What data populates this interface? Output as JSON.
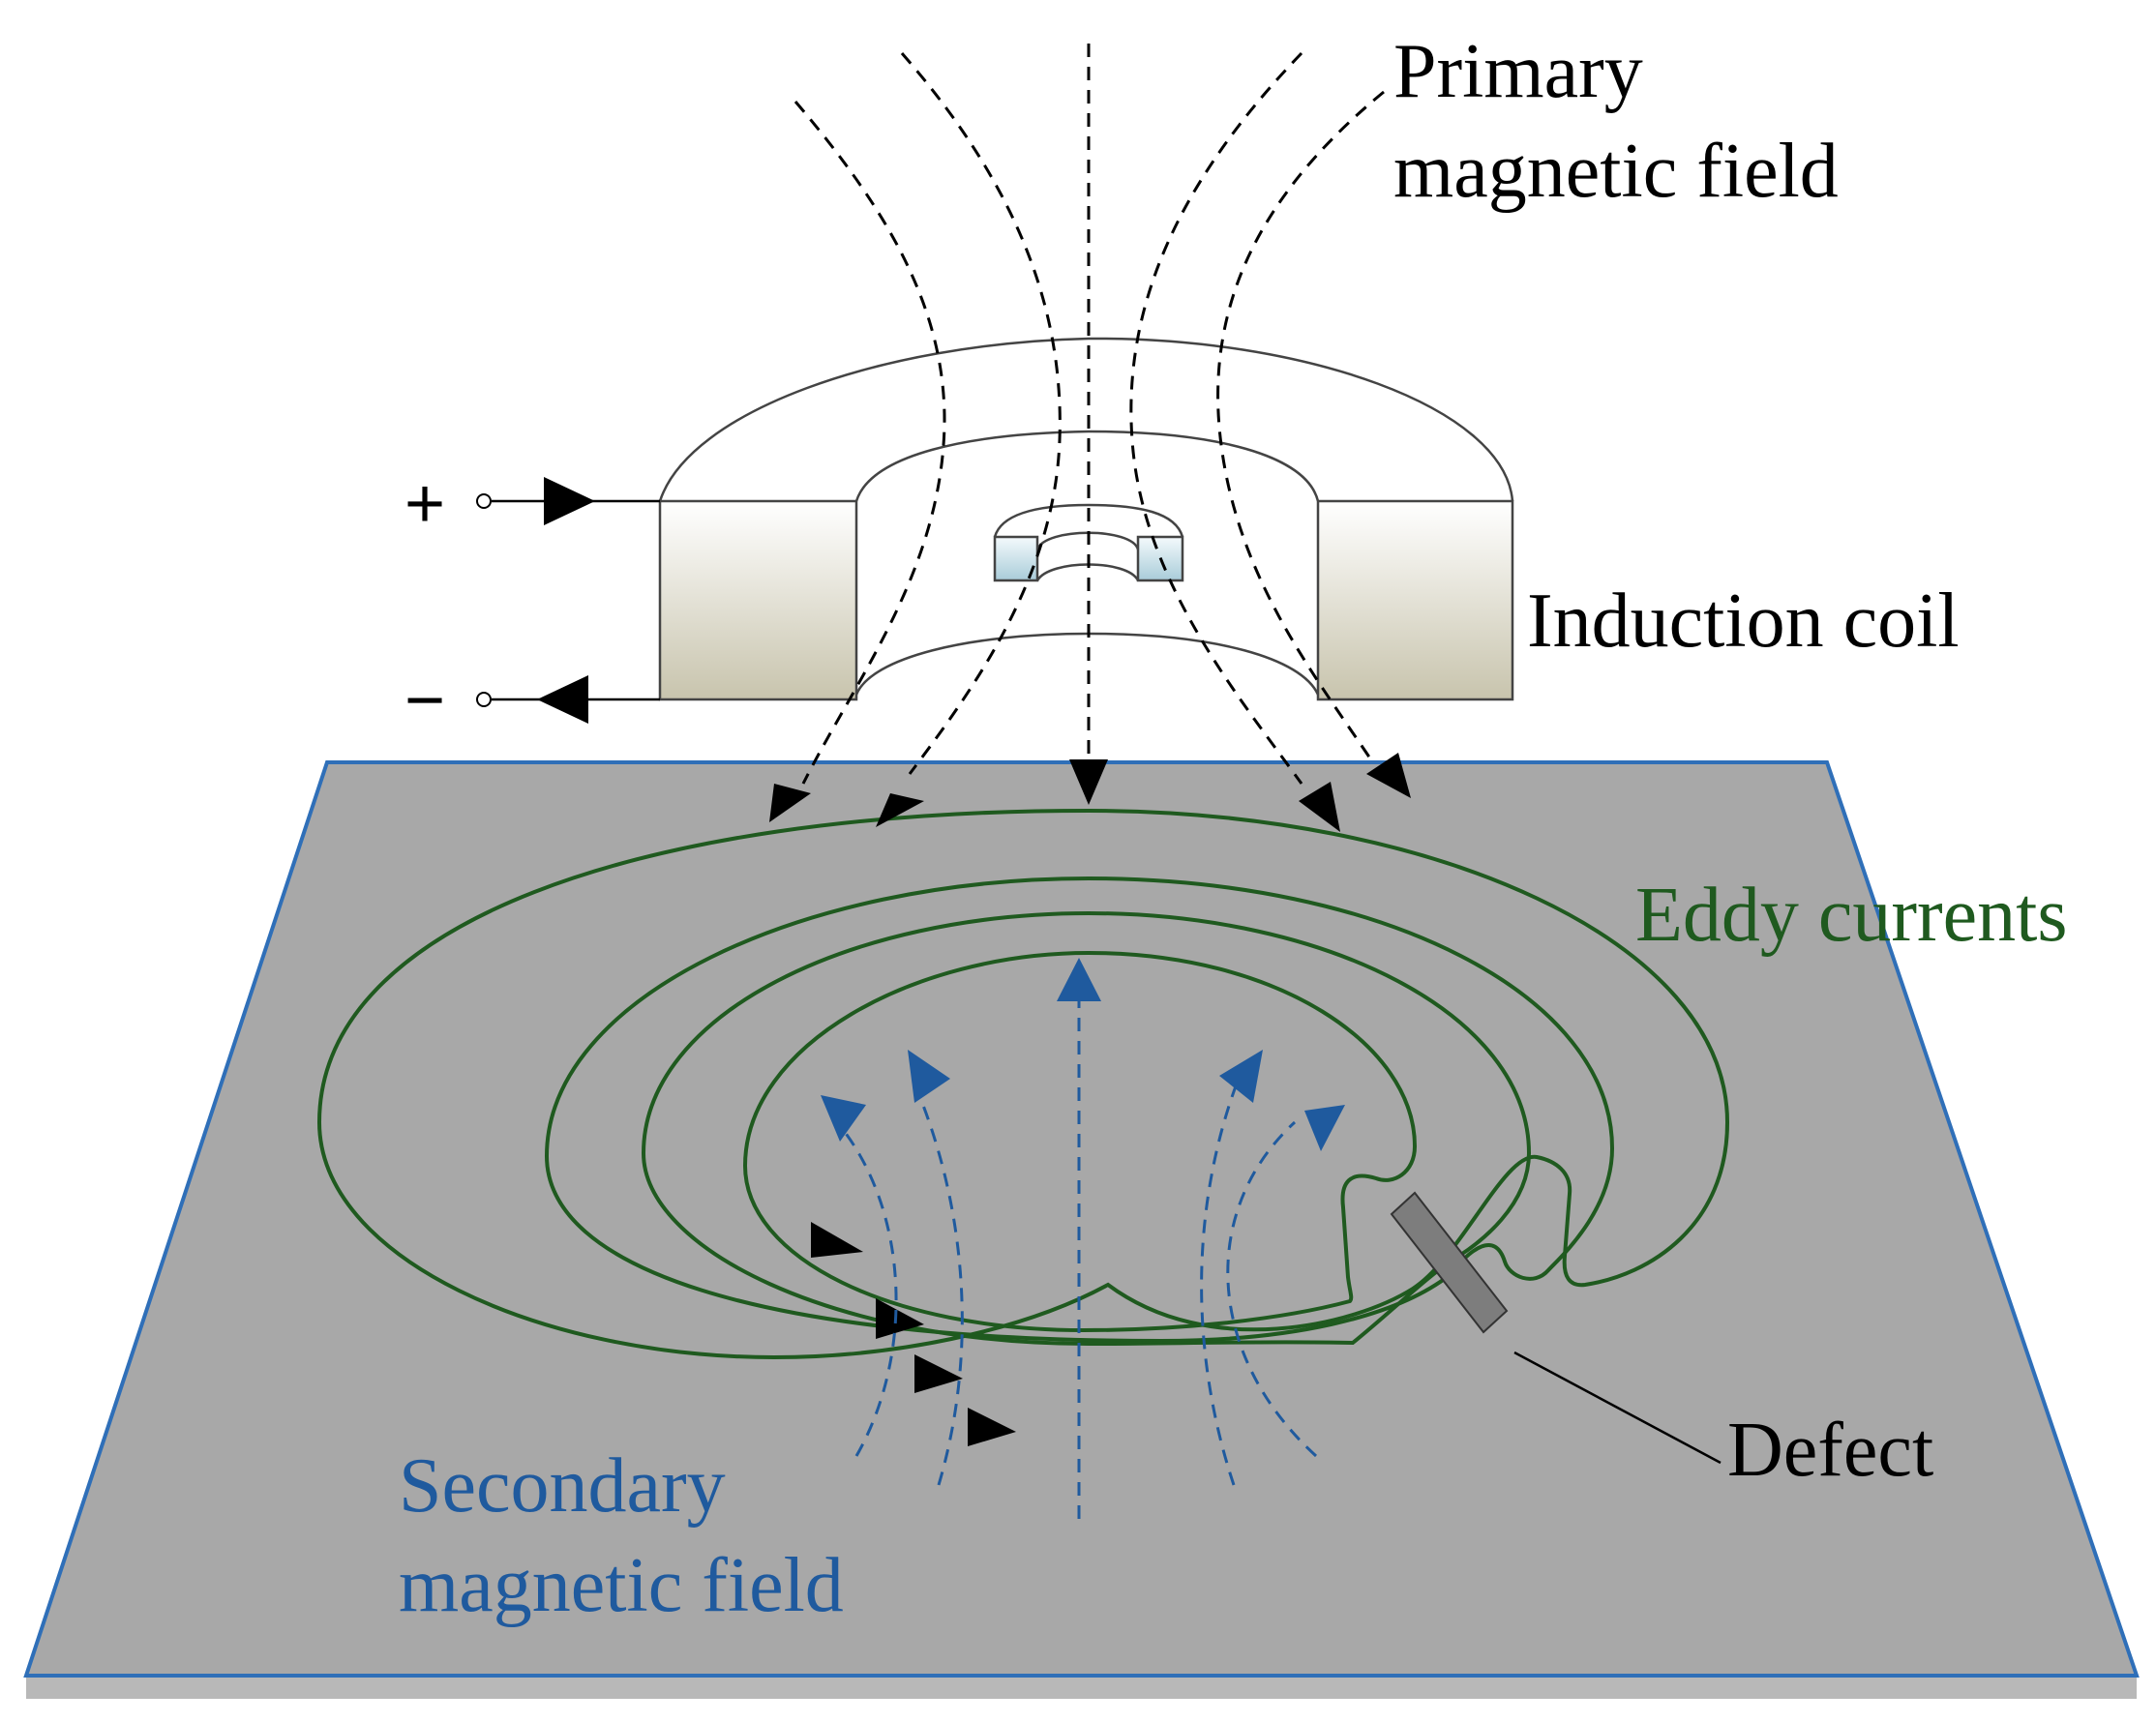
{
  "labels": {
    "primary_line1": "Primary",
    "primary_line2": "magnetic field",
    "induction_coil": "Induction coil",
    "eddy_currents": "Eddy currents",
    "defect": "Defect",
    "secondary_line1": "Secondary",
    "secondary_line2": "magnetic field",
    "plus": "+",
    "minus": "−"
  },
  "colors": {
    "plate": "#a8a8a8",
    "plate_edge": "#2f6fb8",
    "eddy": "#1f5a1f",
    "secondary": "#1f5a9e",
    "primary": "#000000",
    "coil_top": "#ffffff",
    "coil_bottom": "#c8c4ad",
    "defect": "#7d7d7d"
  }
}
